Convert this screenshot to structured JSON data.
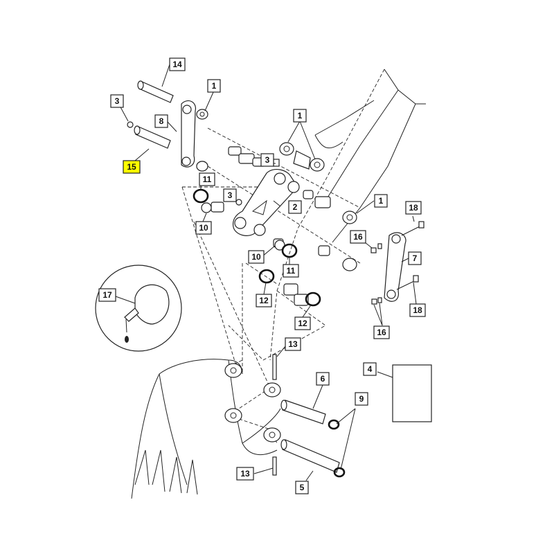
{
  "diagram": {
    "callouts": {
      "c14": "14",
      "c1a": "1",
      "c3a": "3",
      "c8": "8",
      "c15": "15",
      "c1b": "1",
      "c3b": "3",
      "c11a": "11",
      "c3c": "3",
      "c2": "2",
      "c10a": "10",
      "c1c": "1",
      "c18a": "18",
      "c16a": "16",
      "c7": "7",
      "c10b": "10",
      "c11b": "11",
      "c17": "17",
      "c12a": "12",
      "c12b": "12",
      "c18b": "18",
      "c16b": "16",
      "c13a": "13",
      "c4": "4",
      "c6": "6",
      "c9": "9",
      "c13b": "13",
      "c5": "5"
    },
    "highlight_color": "#ffff00"
  }
}
